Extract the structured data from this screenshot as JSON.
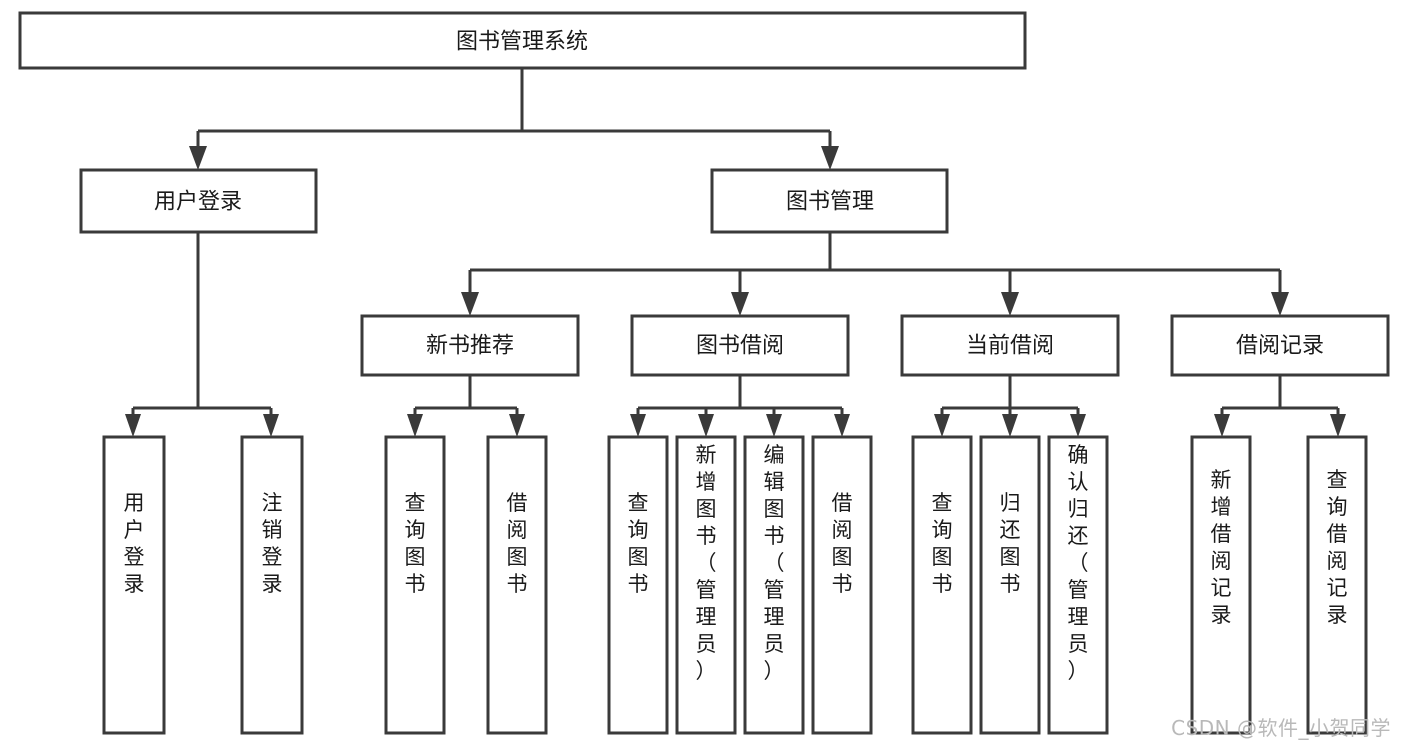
{
  "diagram": {
    "type": "tree",
    "title": "图书管理系统",
    "orientation": "top-down",
    "colors": {
      "box_stroke": "#3a3a3a",
      "box_fill": "#ffffff",
      "connector": "#3a3a3a",
      "text": "#1a1a1a",
      "watermark": "#b9b9b9",
      "background": "#ffffff"
    },
    "root": {
      "label": "图书管理系统"
    },
    "level2": [
      {
        "label": "用户登录"
      },
      {
        "label": "图书管理"
      }
    ],
    "level3": [
      {
        "label": "新书推荐"
      },
      {
        "label": "图书借阅"
      },
      {
        "label": "当前借阅"
      },
      {
        "label": "借阅记录"
      }
    ],
    "leaves": {
      "user_login": [
        {
          "label": "用户登录"
        },
        {
          "label": "注销登录"
        }
      ],
      "new_book_recommend": [
        {
          "label": "查询图书"
        },
        {
          "label": "借阅图书"
        }
      ],
      "book_borrow": [
        {
          "label": "查询图书"
        },
        {
          "label": "新增图书（管理员）"
        },
        {
          "label": "编辑图书（管理员）"
        },
        {
          "label": "借阅图书"
        }
      ],
      "current_borrow": [
        {
          "label": "查询图书"
        },
        {
          "label": "归还图书"
        },
        {
          "label": "确认归还（管理员）"
        }
      ],
      "borrow_record": [
        {
          "label": "新增借阅记录"
        },
        {
          "label": "查询借阅记录"
        }
      ]
    }
  },
  "watermark": {
    "text": "CSDN @软件_小贺同学"
  }
}
